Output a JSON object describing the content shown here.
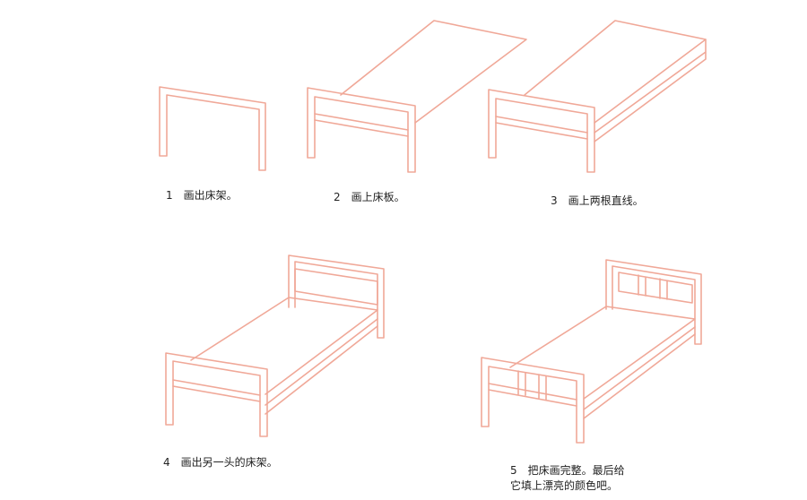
{
  "colors": {
    "line": "#f0a898",
    "text": "#222222"
  },
  "steps": [
    {
      "num": "1",
      "text": "画出床架。"
    },
    {
      "num": "2",
      "text": "画上床板。"
    },
    {
      "num": "3",
      "text": "画上两根直线。"
    },
    {
      "num": "4",
      "text": "画出另一头的床架。"
    },
    {
      "num": "5",
      "text": "把床画完整。最后给",
      "text2": "它填上漂亮的颜色吧。"
    }
  ]
}
